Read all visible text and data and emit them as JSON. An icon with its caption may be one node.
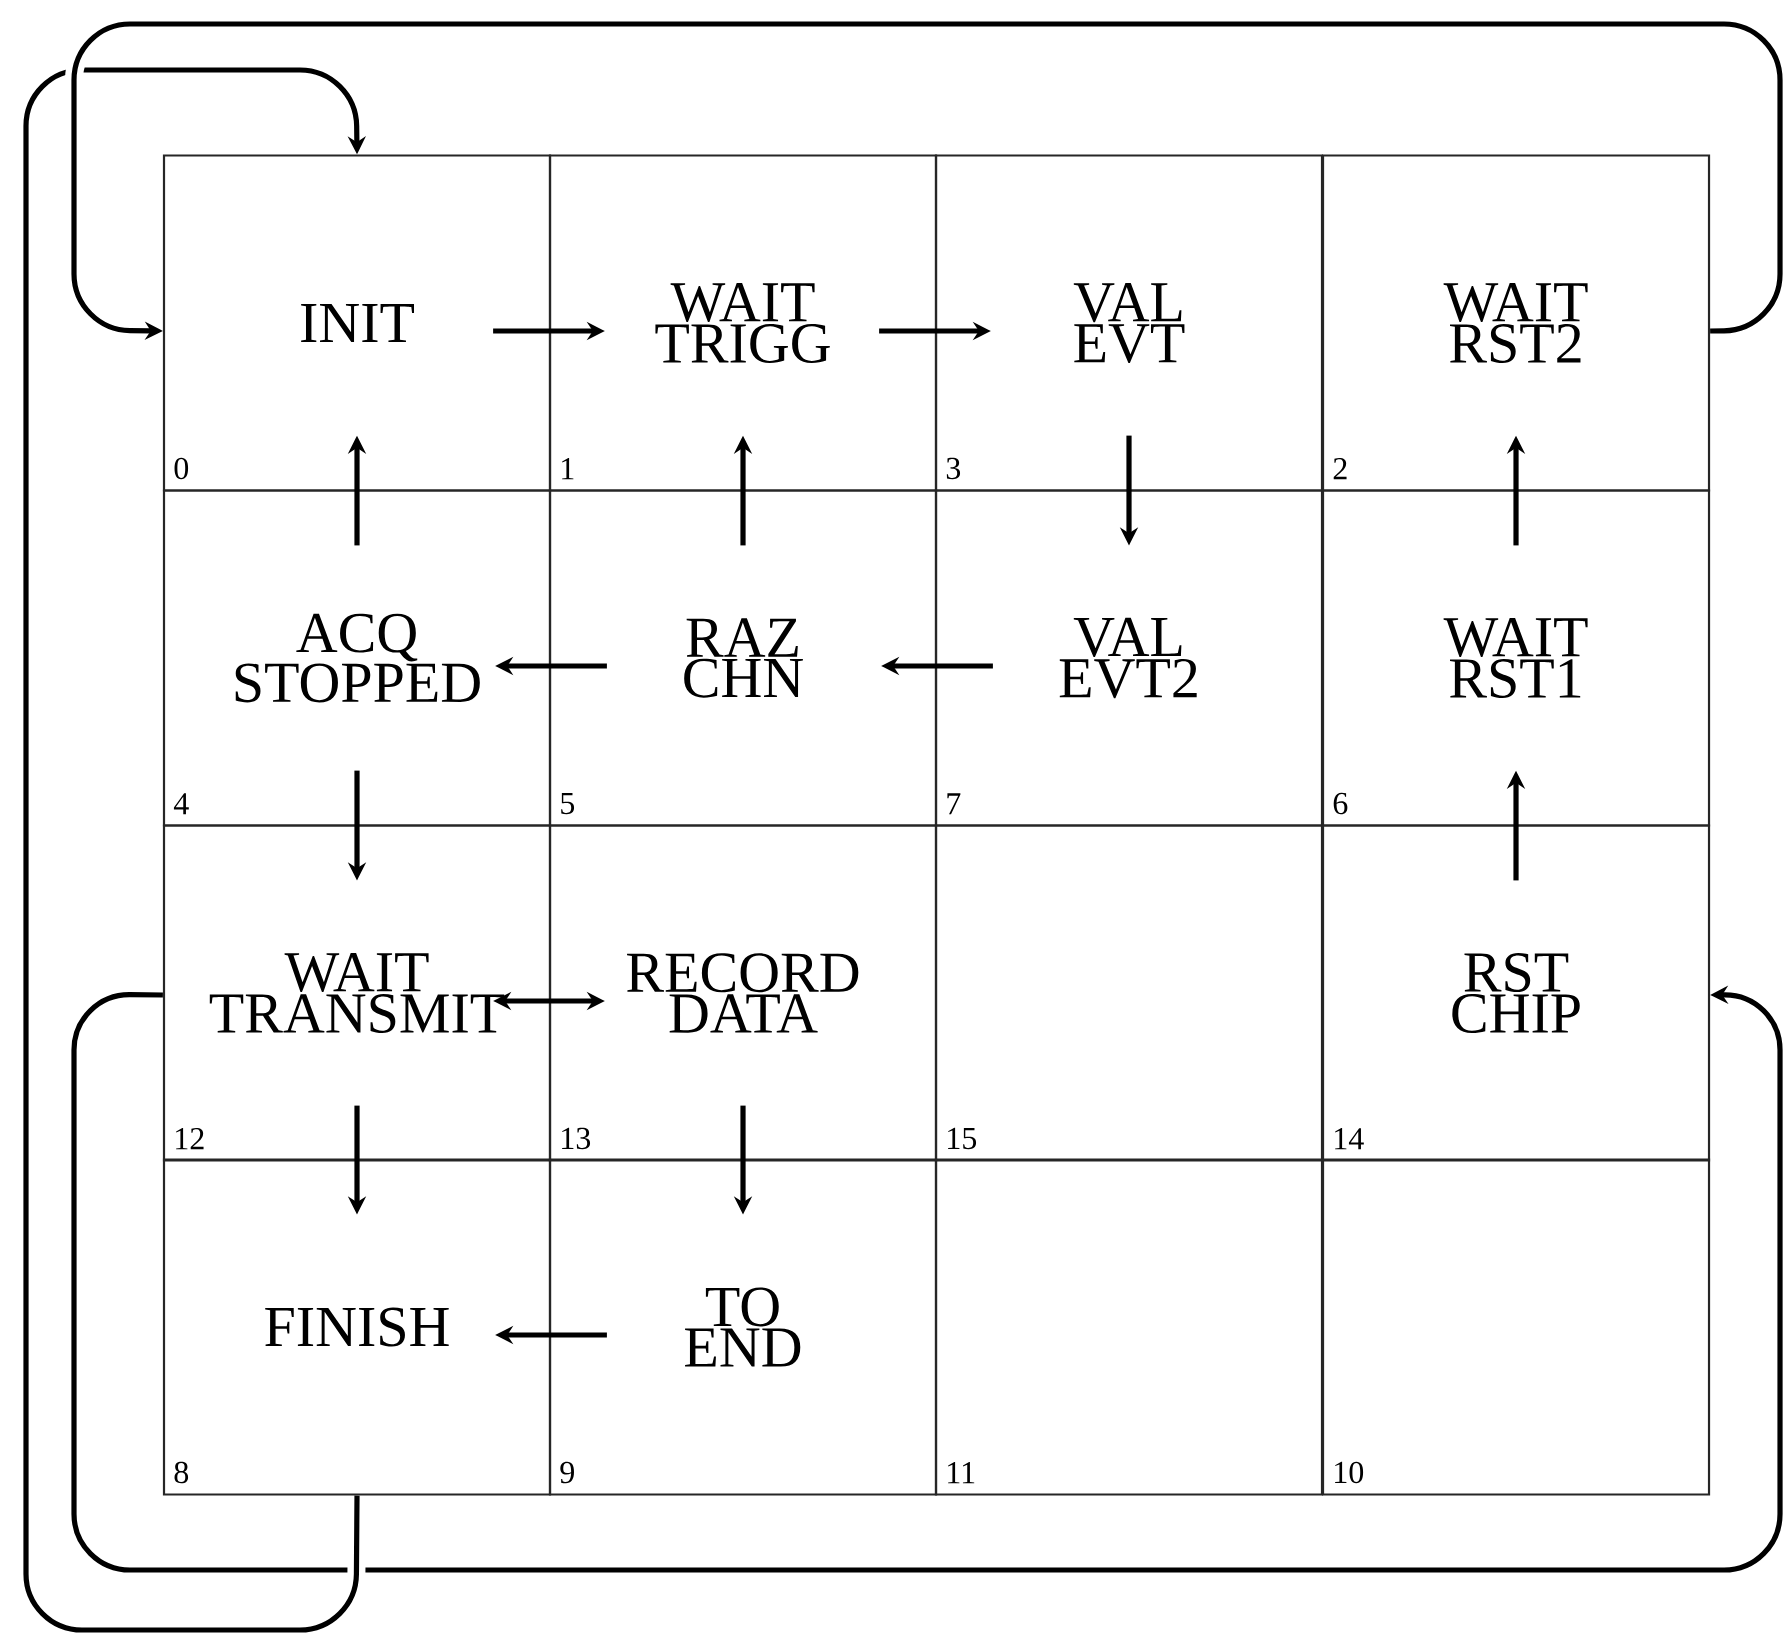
{
  "diagram": {
    "nodes": [
      {
        "text": [
          "INIT",
          "0"
        ]
      },
      {
        "text": [
          "WAIT TRIGG",
          "1"
        ]
      },
      {
        "text": [
          "VAL EVT",
          "3"
        ]
      },
      {
        "text": [
          "WAIT RST2",
          "2"
        ]
      },
      {
        "text": [
          "ACQ STOPPED",
          "4"
        ]
      },
      {
        "text": [
          "RAZ CHN",
          "5"
        ]
      },
      {
        "text": [
          "VAL EVT2",
          "7"
        ]
      },
      {
        "text": [
          "WAIT RST1",
          "6"
        ]
      },
      {
        "text": [
          "WAIT TRANSMIT",
          "12"
        ]
      },
      {
        "text": [
          "RECORD DATA",
          "13"
        ]
      },
      {
        "text": [
          "15"
        ]
      },
      {
        "text": [
          "RST CHIP",
          "14"
        ]
      },
      {
        "text": [
          "FINISH",
          "8"
        ]
      },
      {
        "text": [
          "TO END",
          "9"
        ]
      },
      {
        "text": [
          "11"
        ]
      },
      {
        "text": [
          "10"
        ]
      }
    ],
    "edges": [
      {
        "from": 0,
        "to": 1,
        "arrow": "to"
      },
      {
        "from": 1,
        "to": 2,
        "arrow": "to"
      },
      {
        "from": 2,
        "to": 6,
        "arrow": "to"
      },
      {
        "from": 6,
        "to": 5,
        "arrow": "to"
      },
      {
        "from": 5,
        "to": 4,
        "arrow": "to"
      },
      {
        "from": 5,
        "to": 1,
        "arrow": "to"
      },
      {
        "from": 4,
        "to": 0,
        "arrow": "to"
      },
      {
        "from": 4,
        "to": 8,
        "arrow": "to"
      },
      {
        "from": 7,
        "to": 3,
        "arrow": "to"
      },
      {
        "from": 11,
        "to": 7,
        "arrow": "to"
      },
      {
        "from": 8,
        "to": 9,
        "arrow": "both"
      },
      {
        "from": 9,
        "to": 13,
        "arrow": "to"
      },
      {
        "from": 8,
        "to": 12,
        "arrow": "to"
      },
      {
        "from": 13,
        "to": 12,
        "arrow": "to"
      },
      {
        "from": 3,
        "to": 0,
        "arrow": "to"
      },
      {
        "from": 12,
        "to": 0,
        "arrow": "to"
      },
      {
        "from": 8,
        "to": 11,
        "arrow": "to"
      }
    ]
  }
}
